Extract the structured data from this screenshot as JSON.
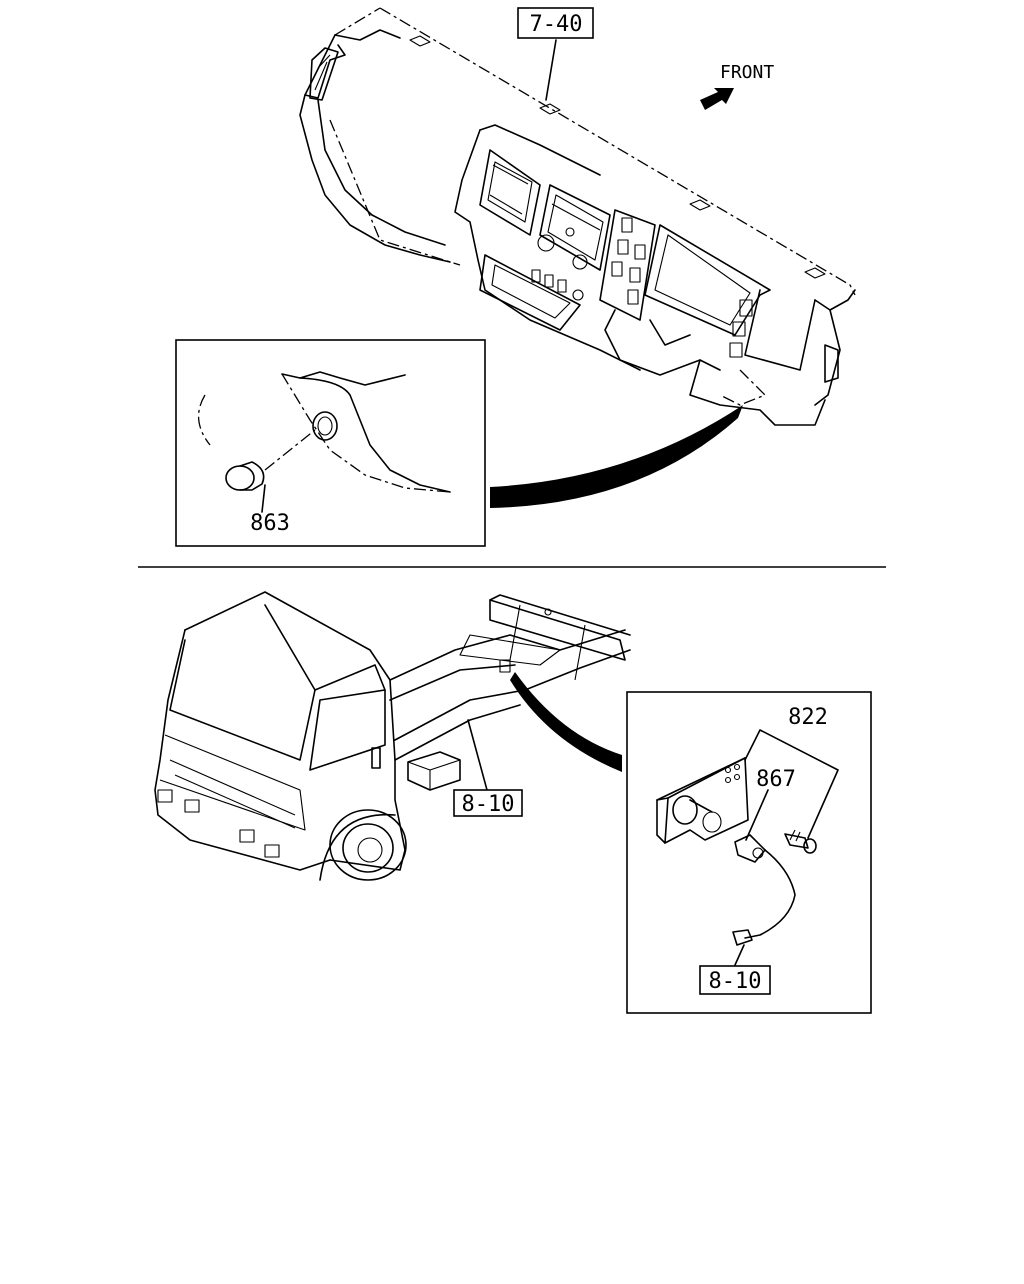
{
  "labels": {
    "dash_ref": "7-40",
    "front": "FRONT",
    "part_863": "863",
    "chassis_ref": "8-10",
    "part_822": "822",
    "part_867": "867",
    "harness_ref": "8-10"
  }
}
